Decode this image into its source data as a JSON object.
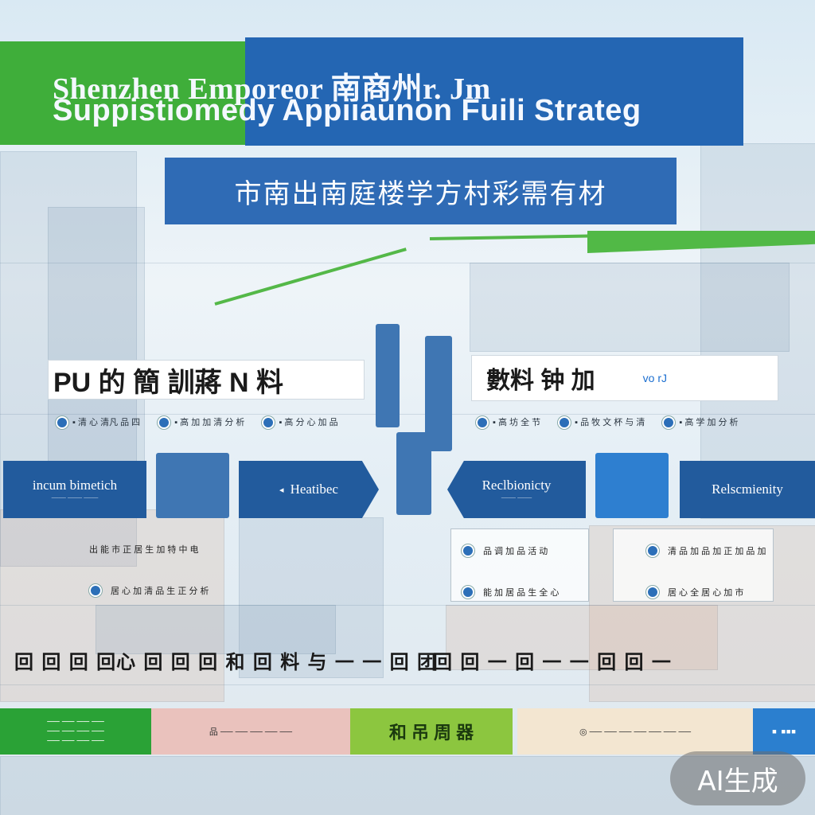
{
  "title": {
    "line1": "Shenzhen Emporeor 南商州r. Jm",
    "line2": "Suppistiomedy Appiiaunon Fuili Strateg"
  },
  "subtitle": "市南出南庭楼学方村彩需有材",
  "left_header": {
    "label": "PU 的 簡 訓蔣 N 料",
    "info": [
      "▪ 清 心 清凡 品 四",
      "▪ 高 加 加 清 分 析",
      "▪ 高 分 心 加 品"
    ]
  },
  "right_header": {
    "label": "數料 钟 加",
    "mini": "vo rJ",
    "info": [
      "▪ 高 坊 全 节",
      "▪ 品 牧 文 杯 与 清",
      "▪ 高 学 加 分 析"
    ]
  },
  "nodes": [
    {
      "label": "incum bimetich",
      "sub": "—— —— ——"
    },
    {
      "label": "Heatibec"
    },
    {
      "label": "Reclbionicty",
      "sub": "—— ——"
    },
    {
      "label": "Relscmienity"
    }
  ],
  "details": {
    "left": [
      "出 能 市 正 居 生 加 特 中 电",
      "居 心 加 清 品 生 正 分 析"
    ],
    "middle": [
      "品 调 加 品 活 动",
      "能 加 居 品 生 全 心"
    ],
    "right": [
      "清 品 加 品 加 正 加 品 加",
      "居 心 全 居 心 加 市"
    ]
  },
  "bottom_labels": {
    "left": "回 回 回 回心 回 回 回 和 回 料 与 一 一 回 团",
    "right": "回 回 一 回 一 一 回 回 一"
  },
  "bottom_strip": {
    "green": [
      "── ── ── ──",
      "── ── ── ──",
      "── ── ── ──"
    ],
    "pink": "品 ── ── ── ── ──",
    "lime": "和 吊 周 器",
    "cream": "◎ ── ── ── ── ── ── ──",
    "blue": "▪ ▪▪▪"
  },
  "watermark": "AI生成",
  "colors": {
    "brand_green": "#3fae3a",
    "brand_blue": "#2466b3",
    "node_blue": "#225b9d",
    "lime": "#8cc63f"
  }
}
